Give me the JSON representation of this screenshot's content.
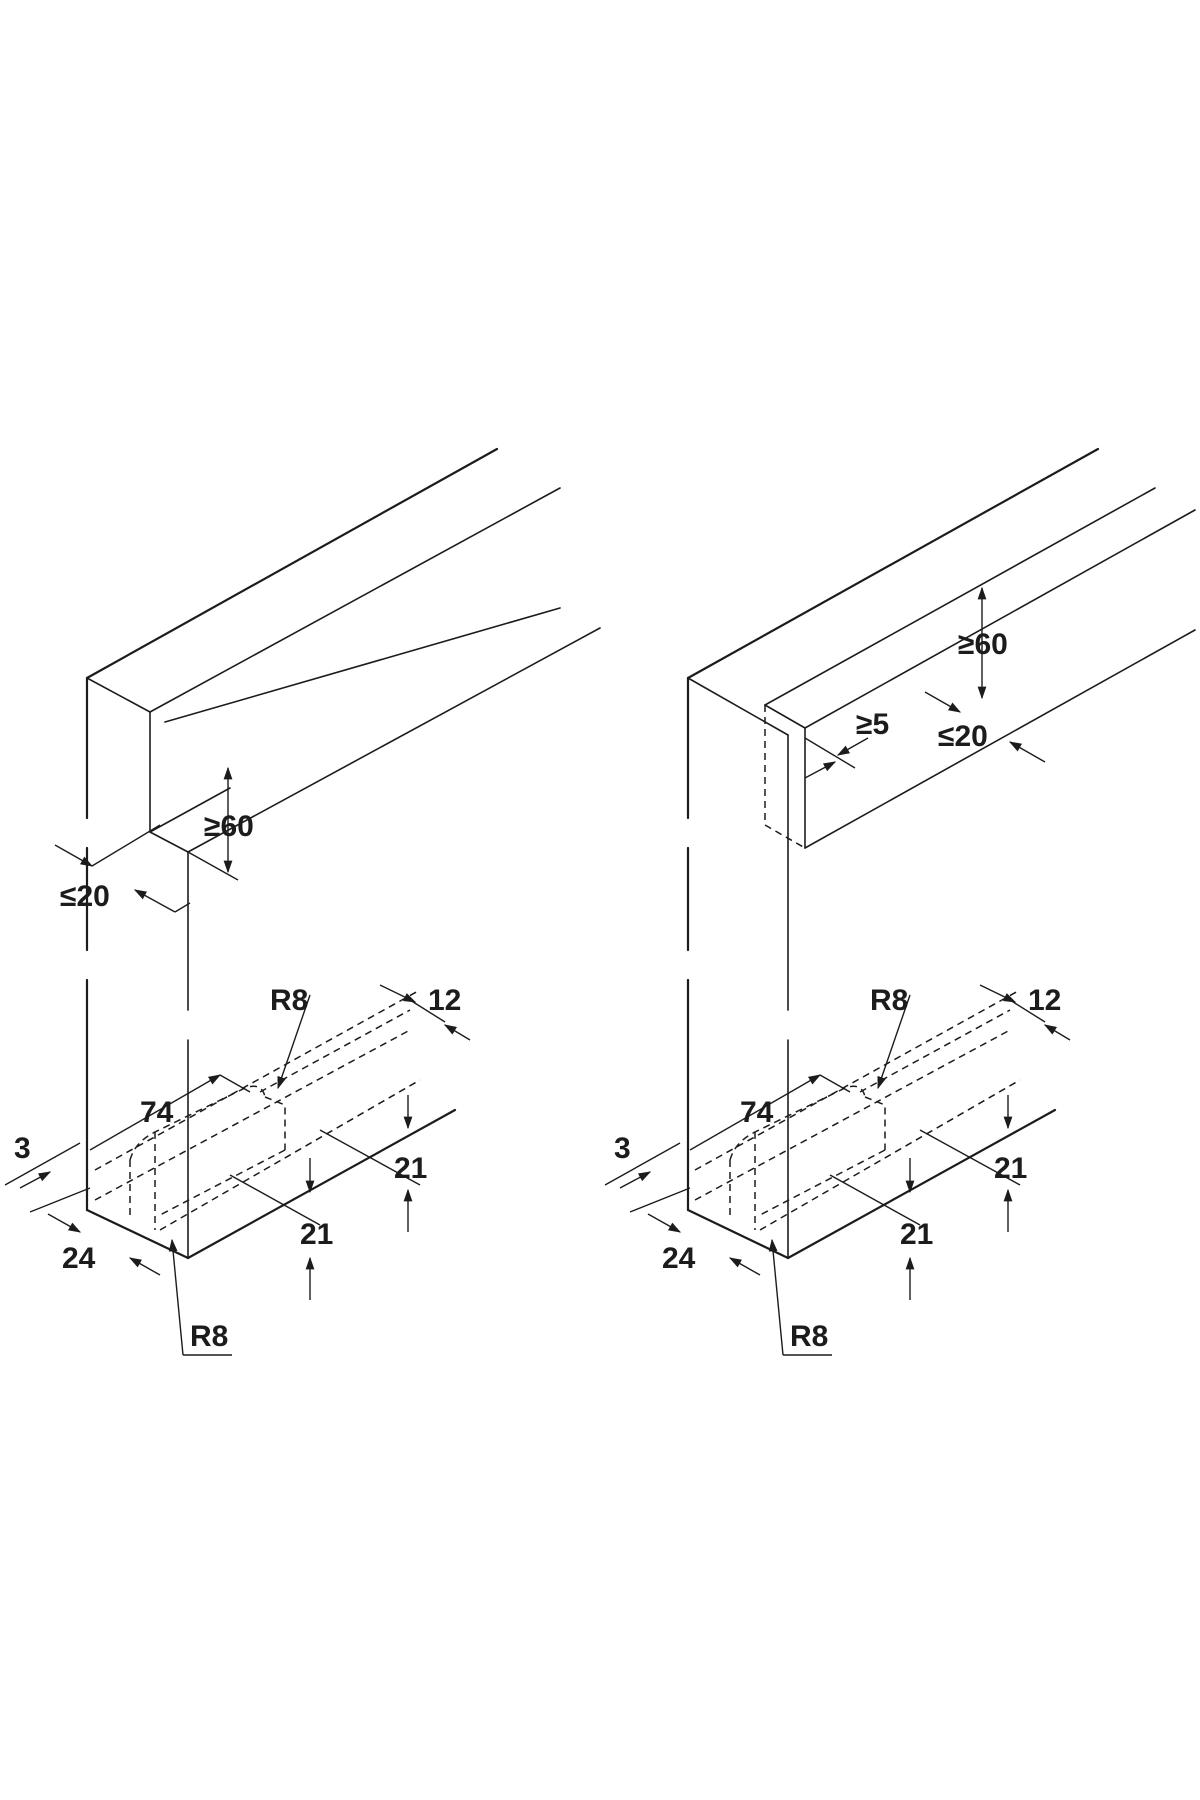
{
  "left": {
    "height": "≥60",
    "width": "≤20",
    "r8_top": "R8",
    "d12": "12",
    "d74": "74",
    "d3": "3",
    "d21_right": "21",
    "d21_front": "21",
    "d24": "24",
    "r8_bottom": "R8"
  },
  "right": {
    "height": "≥60",
    "gap": "≥5",
    "width": "≤20",
    "r8_top": "R8",
    "d12": "12",
    "d74": "74",
    "d3": "3",
    "d21_right": "21",
    "d21_front": "21",
    "d24": "24",
    "r8_bottom": "R8"
  }
}
